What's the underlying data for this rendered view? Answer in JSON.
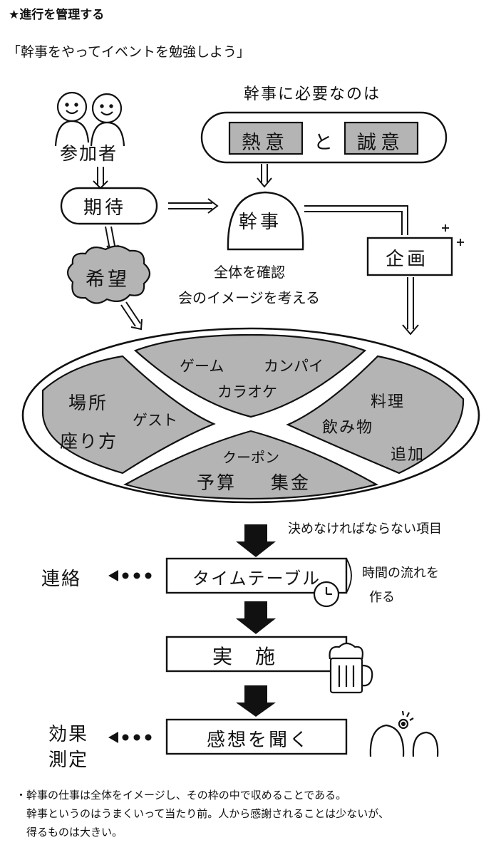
{
  "header": {
    "section_title": "★進行を管理する",
    "main_title": "「幹事をやってイベントを勉強しよう」"
  },
  "top": {
    "needs_title": "幹事に必要なのは",
    "passion": "熱意",
    "and": "と",
    "sincerity": "誠意"
  },
  "left_flow": {
    "participants": "参加者",
    "expectation": "期待",
    "hope": "希望"
  },
  "center": {
    "organizer": "幹事",
    "confirm_line1": "全体を確認",
    "confirm_line2": "会のイメージを考える",
    "planning": "企画"
  },
  "oval": {
    "top_items": [
      "ゲーム",
      "カンパイ",
      "カラオケ"
    ],
    "left_items": [
      "場所",
      "ゲスト",
      "座り方"
    ],
    "right_items": [
      "料理",
      "飲み物",
      "追加"
    ],
    "bottom_items": [
      "クーポン",
      "予算",
      "集金"
    ]
  },
  "decision_label": "決めなければならない項目",
  "timetable": {
    "label": "タイムテーブル",
    "left_note": "連絡",
    "right_note_line1": "時間の流れを",
    "right_note_line2": "作る"
  },
  "execute": {
    "label": "実　施"
  },
  "feedback": {
    "label": "感想を聞く",
    "left_note_line1": "効果",
    "left_note_line2": "測定"
  },
  "notes": [
    "・幹事の仕事は全体をイメージし、その枠の中で収めることである。",
    "　幹事というのはうまくいって当たり前。人から感謝されることは少ないが、",
    "　得るものは大きい。"
  ],
  "colors": {
    "shade": "#b4b4b4",
    "ink": "#111111"
  }
}
